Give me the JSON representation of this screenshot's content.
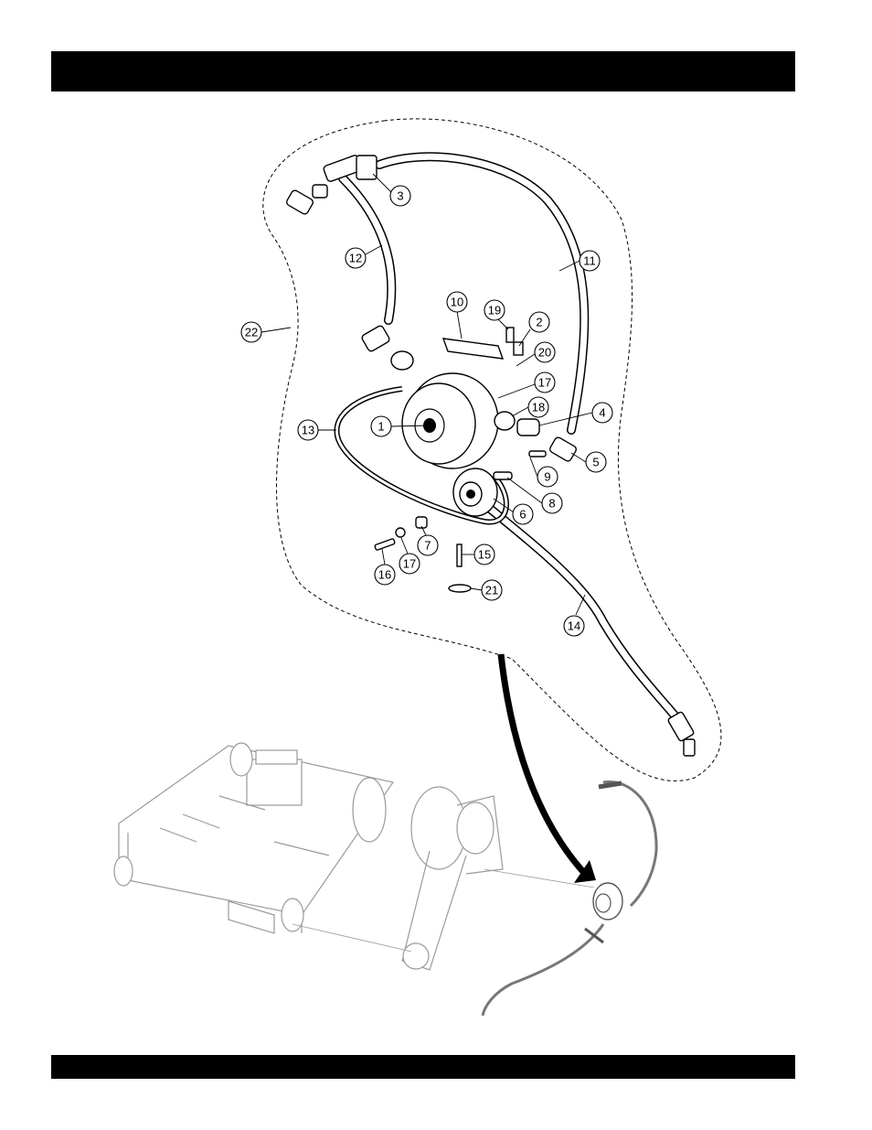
{
  "header_bar": {
    "text": ""
  },
  "footer_bar": {
    "text": ""
  },
  "diagram": {
    "group_outline": "dashed",
    "callouts": [
      {
        "id": "c1",
        "label": "1"
      },
      {
        "id": "c2",
        "label": "2"
      },
      {
        "id": "c3",
        "label": "3"
      },
      {
        "id": "c4",
        "label": "4"
      },
      {
        "id": "c5",
        "label": "5"
      },
      {
        "id": "c6",
        "label": "6"
      },
      {
        "id": "c7",
        "label": "7"
      },
      {
        "id": "c8",
        "label": "8"
      },
      {
        "id": "c9",
        "label": "9"
      },
      {
        "id": "c10",
        "label": "10"
      },
      {
        "id": "c11",
        "label": "11"
      },
      {
        "id": "c12",
        "label": "12"
      },
      {
        "id": "c13",
        "label": "13"
      },
      {
        "id": "c14",
        "label": "14"
      },
      {
        "id": "c15",
        "label": "15"
      },
      {
        "id": "c16",
        "label": "16"
      },
      {
        "id": "c17a",
        "label": "17"
      },
      {
        "id": "c17b",
        "label": "17"
      },
      {
        "id": "c18",
        "label": "18"
      },
      {
        "id": "c19",
        "label": "19"
      },
      {
        "id": "c20",
        "label": "20"
      },
      {
        "id": "c21",
        "label": "21"
      },
      {
        "id": "c22",
        "label": "22"
      }
    ]
  }
}
